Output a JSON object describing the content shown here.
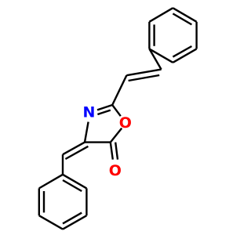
{
  "colors": {
    "background": "#ffffff",
    "bond": "#000000",
    "nitrogen": "#0000ff",
    "oxygen": "#ff0000"
  },
  "atoms": {
    "ring_nitrogen": "N",
    "ring_oxygen": "O",
    "carbonyl_oxygen": "O"
  }
}
